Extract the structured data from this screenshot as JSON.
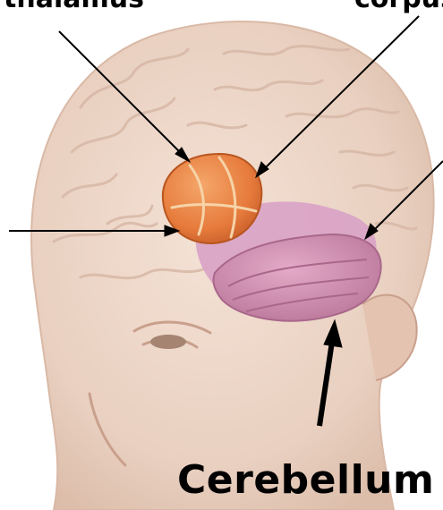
{
  "labels": {
    "top_left": "thalamus",
    "top_right": "corpus",
    "cerebellum": "Cerebellum"
  },
  "colors": {
    "skin": "#ecd6c8",
    "thalamus": "#e8874a",
    "brainstem": "#d49ac0",
    "cerebellum": "#c98cad",
    "arrow": "#000000"
  },
  "icons": {
    "arrow": "line-arrow-icon"
  }
}
